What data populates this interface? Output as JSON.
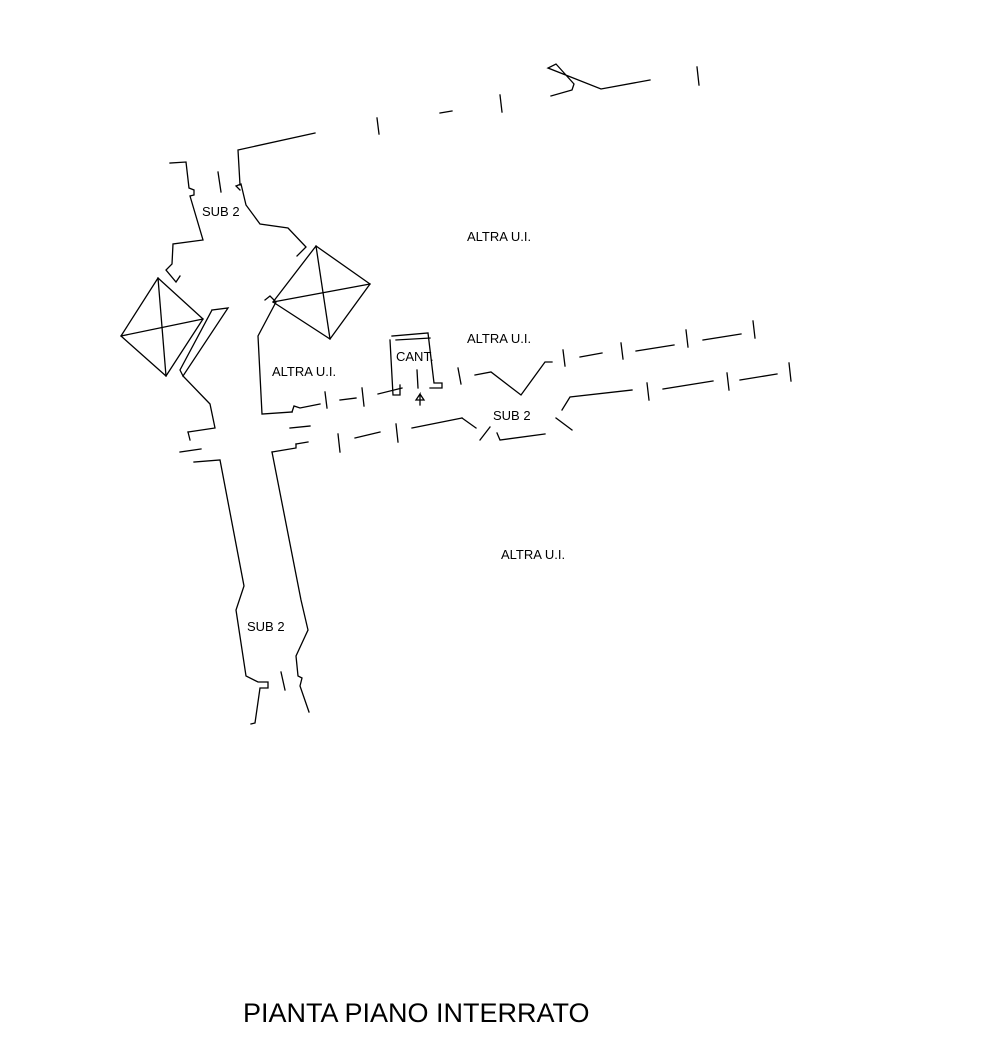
{
  "drawing": {
    "title": "PIANTA PIANO INTERRATO",
    "labels": {
      "sub2_north": "SUB 2",
      "sub2_center": "SUB 2",
      "sub2_south": "SUB 2",
      "altra_ui_north": "ALTRA U.I.",
      "altra_ui_middle": "ALTRA U.I.",
      "altra_ui_west": "ALTRA U.I.",
      "altra_ui_south": "ALTRA U.I.",
      "cantina": "CANT."
    },
    "line_color": "#000000",
    "background_color": "#ffffff"
  }
}
